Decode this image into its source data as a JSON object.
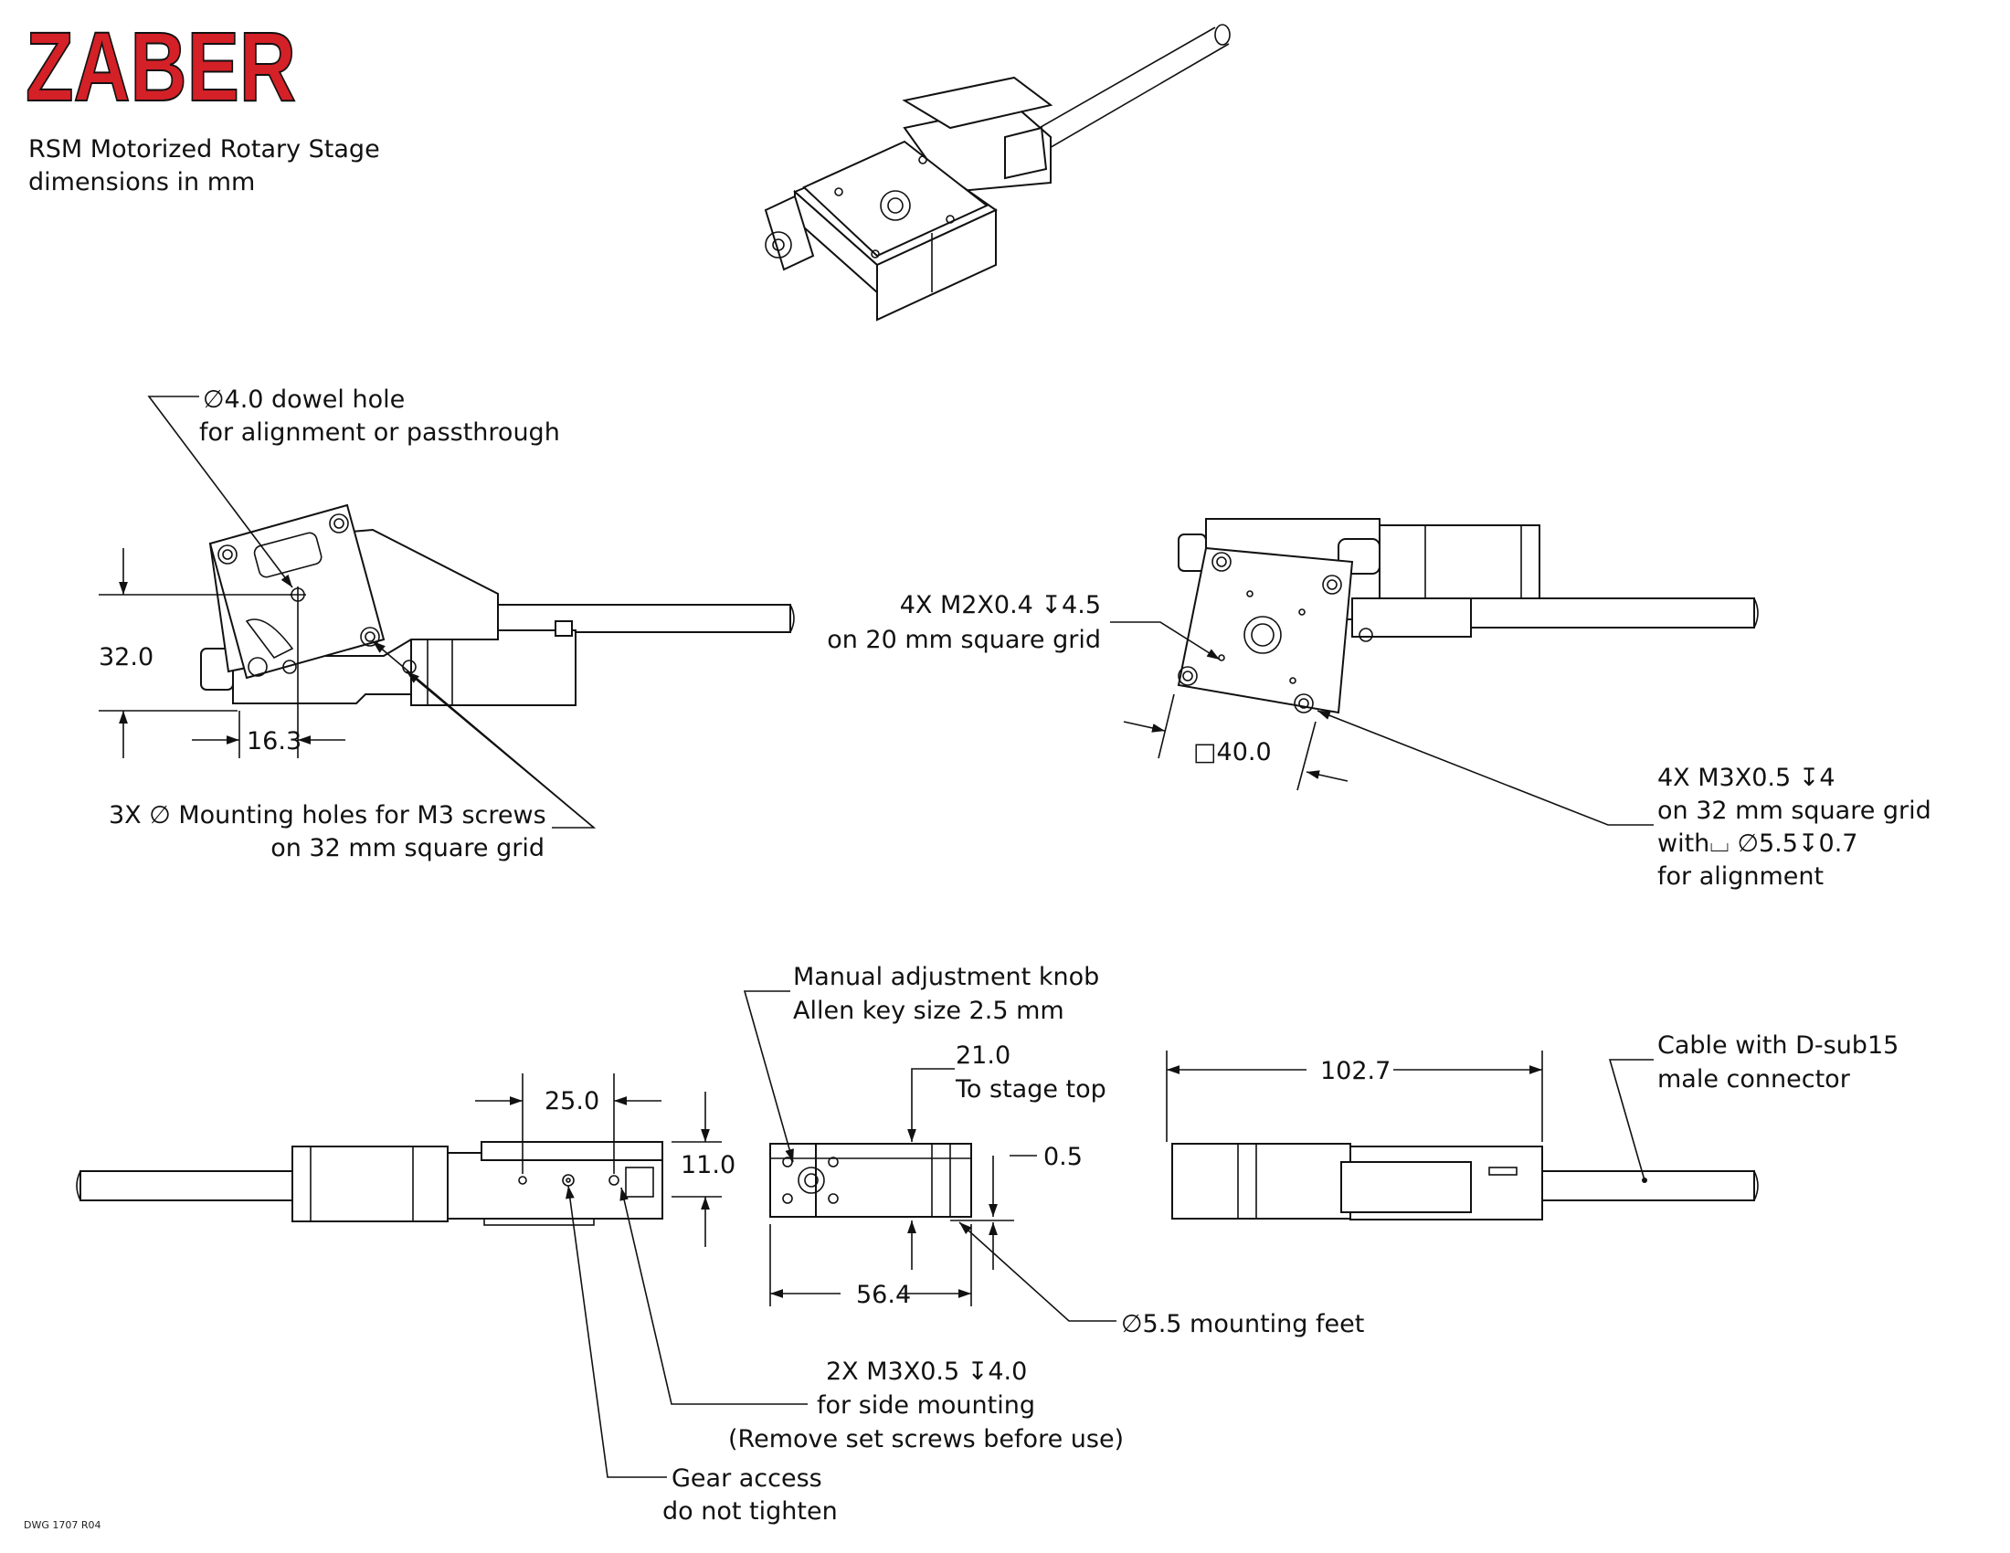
{
  "header": {
    "logo": "ZABER",
    "title": "RSM Motorized Rotary Stage",
    "subtitle": "dimensions in mm",
    "logo_color": "#d42027"
  },
  "top_left_view": {
    "dowel_line1": "∅4.0 dowel hole",
    "dowel_line2": "for alignment or passthrough",
    "dim_height": "32.0",
    "dim_offset": "16.3",
    "mount_line1": "3X  ∅  Mounting holes for M3 screws",
    "mount_line2": "on 32 mm square grid"
  },
  "top_right_view": {
    "m2_line1": "4X M2X0.4 ↧4.5",
    "m2_line2": "on 20 mm square grid",
    "dim_square": "□40.0",
    "m3_line1": "4X M3X0.5 ↧4",
    "m3_line2": "on 32 mm square grid",
    "m3_line3": "with⌴ ∅5.5↧0.7",
    "m3_line4": "for alignment"
  },
  "side_views": {
    "knob_line1": "Manual adjustment knob",
    "knob_line2": "Allen key size 2.5 mm",
    "dim_stage_top": "21.0",
    "stage_top_label": "To stage top",
    "dim_25": "25.0",
    "dim_11": "11.0",
    "dim_05": "0.5",
    "dim_564": "56.4",
    "dim_1027": "102.7",
    "cable_line1": "Cable with D-sub15",
    "cable_line2": "male connector",
    "feet_label": "∅5.5 mounting feet",
    "side_line1": "2X M3X0.5 ↧4.0",
    "side_line2": "for side mounting",
    "side_line3": "(Remove set screws before use)",
    "gear_line1": "Gear access",
    "gear_line2": "do not tighten"
  },
  "footer": {
    "drawing_number": "DWG 1707 R04"
  }
}
